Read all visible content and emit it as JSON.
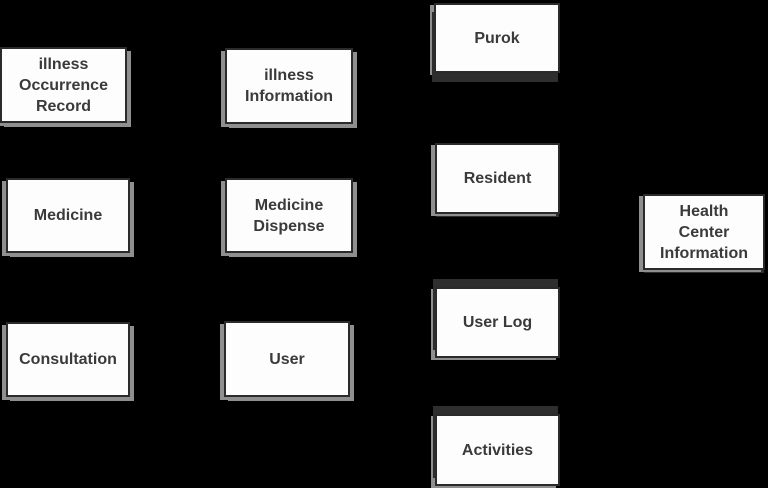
{
  "colors": {
    "background": "#000000",
    "box_fill": "#fdfdfd",
    "box_border": "#2b2b2b",
    "text": "#3a3a3a",
    "shadow_light": "#8f8f8f",
    "shadow_dark": "#2e2e2e"
  },
  "boxes": [
    {
      "name": "illness-occurrence-record",
      "lines": [
        "illness",
        "Occurrence",
        "Record"
      ]
    },
    {
      "name": "medicine",
      "lines": [
        "Medicine"
      ]
    },
    {
      "name": "consultation",
      "lines": [
        "Consultation"
      ]
    },
    {
      "name": "illness-information",
      "lines": [
        "illness",
        "Information"
      ]
    },
    {
      "name": "medicine-dispense",
      "lines": [
        "Medicine",
        "Dispense"
      ]
    },
    {
      "name": "user",
      "lines": [
        "User"
      ]
    },
    {
      "name": "purok",
      "lines": [
        "Purok"
      ]
    },
    {
      "name": "resident",
      "lines": [
        "Resident"
      ]
    },
    {
      "name": "user-log",
      "lines": [
        "User Log"
      ]
    },
    {
      "name": "activities",
      "lines": [
        "Activities"
      ]
    },
    {
      "name": "health-center-information",
      "lines": [
        "Health",
        "Center",
        "Information"
      ]
    }
  ]
}
